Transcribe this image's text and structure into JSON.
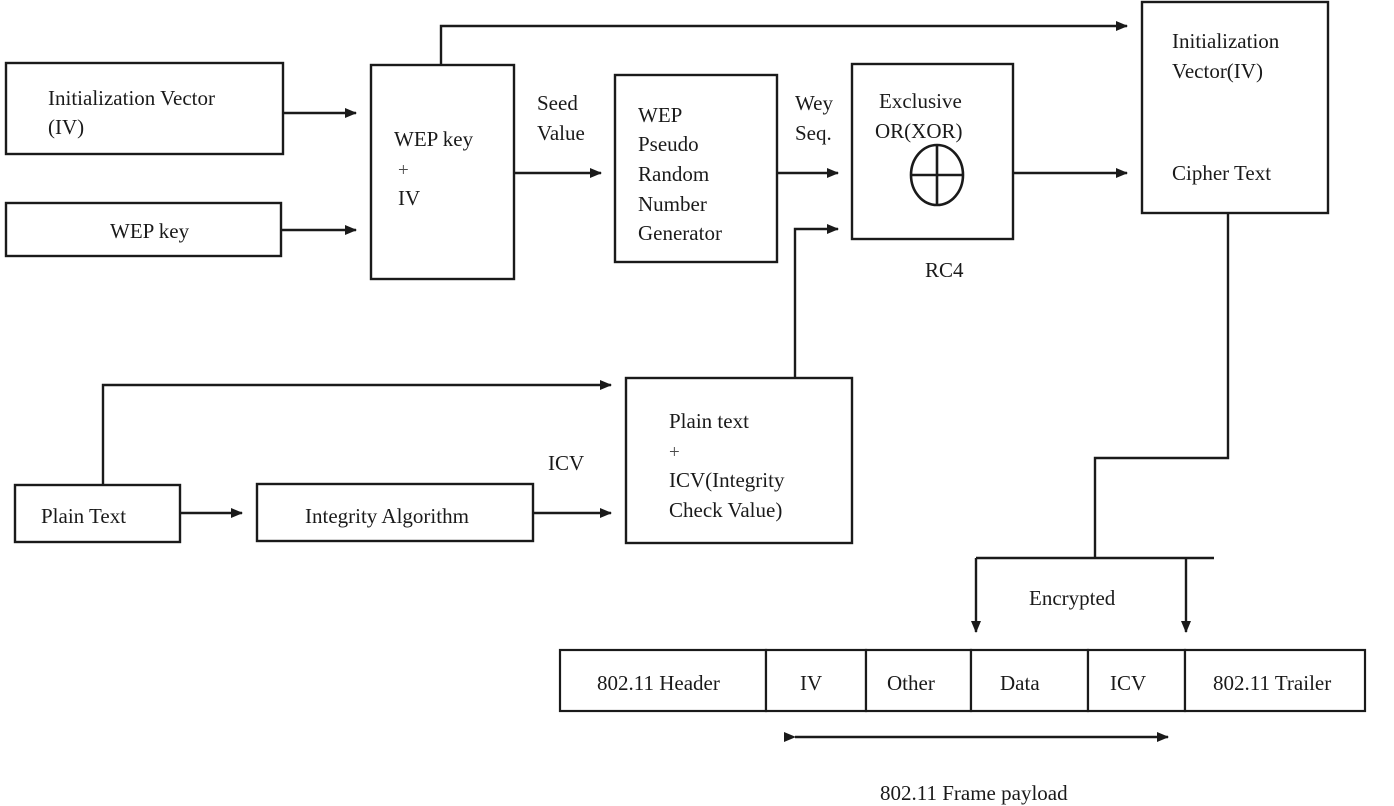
{
  "diagram": {
    "title": "WEP encryption process block diagram",
    "colors": {
      "stroke": "#1a1a1a",
      "background": "#ffffff"
    },
    "boxes": {
      "iv_input": {
        "line1": "Initialization Vector",
        "line2": "(IV)"
      },
      "wep_key_input": {
        "line1": "WEP key"
      },
      "wep_key_plus_iv": {
        "line1": "WEP key",
        "line2": "+",
        "line3": "IV"
      },
      "prng": {
        "line1": "WEP",
        "line2": "Pseudo",
        "line3": "Random",
        "line4": "Number",
        "line5": "Generator"
      },
      "xor": {
        "line1": "Exclusive",
        "line2": "OR(XOR)",
        "symbol": "xor-circle-plus"
      },
      "cipher_output": {
        "line1": "Initialization",
        "line2": "Vector(IV)",
        "line3": "Cipher Text"
      },
      "plain_text_input": {
        "line1": "Plain Text"
      },
      "integrity_algorithm": {
        "line1": "Integrity Algorithm"
      },
      "plain_text_icv": {
        "line1": "Plain text",
        "line2": "+",
        "line3": "ICV(Integrity",
        "line4": "Check Value)"
      }
    },
    "edge_labels": {
      "seed_value_line1": "Seed",
      "seed_value_line2": "Value",
      "key_seq_line1": "Wey",
      "key_seq_line2": "Seq.",
      "rc4": "RC4",
      "icv": "ICV",
      "encrypted": "Encrypted"
    },
    "frame": {
      "cells": [
        {
          "label": "802.11 Header"
        },
        {
          "label": "IV"
        },
        {
          "label": "Other"
        },
        {
          "label": "Data"
        },
        {
          "label": "ICV"
        },
        {
          "label": "802.11 Trailer"
        }
      ],
      "payload_label": "802.11 Frame payload"
    }
  }
}
